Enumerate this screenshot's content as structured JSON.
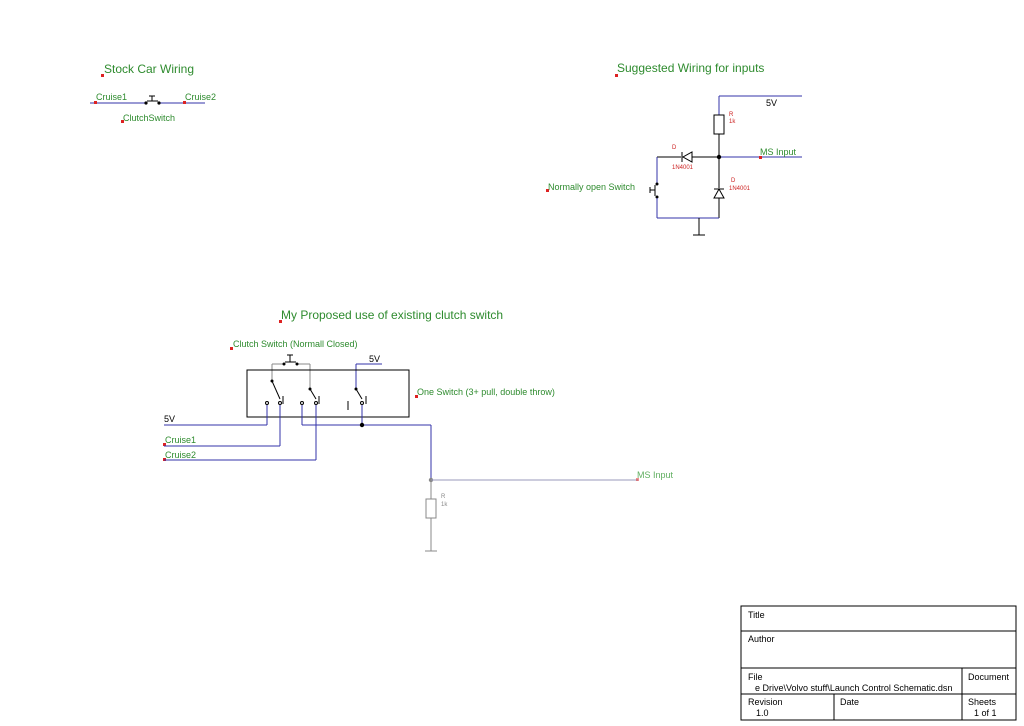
{
  "sections": {
    "stock": {
      "title": "Stock Car Wiring",
      "net1": "Cruise1",
      "net2": "Cruise2",
      "switch": "ClutchSwitch"
    },
    "suggested": {
      "title": "Suggested Wiring for inputs",
      "supply": "5V",
      "res_ref": "R",
      "res_val": "1k",
      "diode1_ref": "D",
      "diode1_val": "1N4001",
      "diode2_ref": "D",
      "diode2_val": "1N4001",
      "output": "MS Input",
      "switch": "Normally open Switch"
    },
    "proposed": {
      "title": "My Proposed use of existing clutch switch",
      "clutch": "Clutch Switch (Normall Closed)",
      "supply_top": "5V",
      "one_switch": "One Switch (3+ pull, double throw)",
      "supply_left": "5V",
      "net1": "Cruise1",
      "net2": "Cruise2",
      "output": "MS Input",
      "res_ref": "R",
      "res_val": "1k"
    }
  },
  "title_block": {
    "title_label": "Title",
    "author_label": "Author",
    "file_label": "File",
    "file_value": "e Drive\\Volvo stuff\\Launch Control Schematic.dsn",
    "document_label": "Document",
    "revision_label": "Revision",
    "revision_value": "1.0",
    "date_label": "Date",
    "sheets_label": "Sheets",
    "sheets_value": "1 of 1"
  }
}
